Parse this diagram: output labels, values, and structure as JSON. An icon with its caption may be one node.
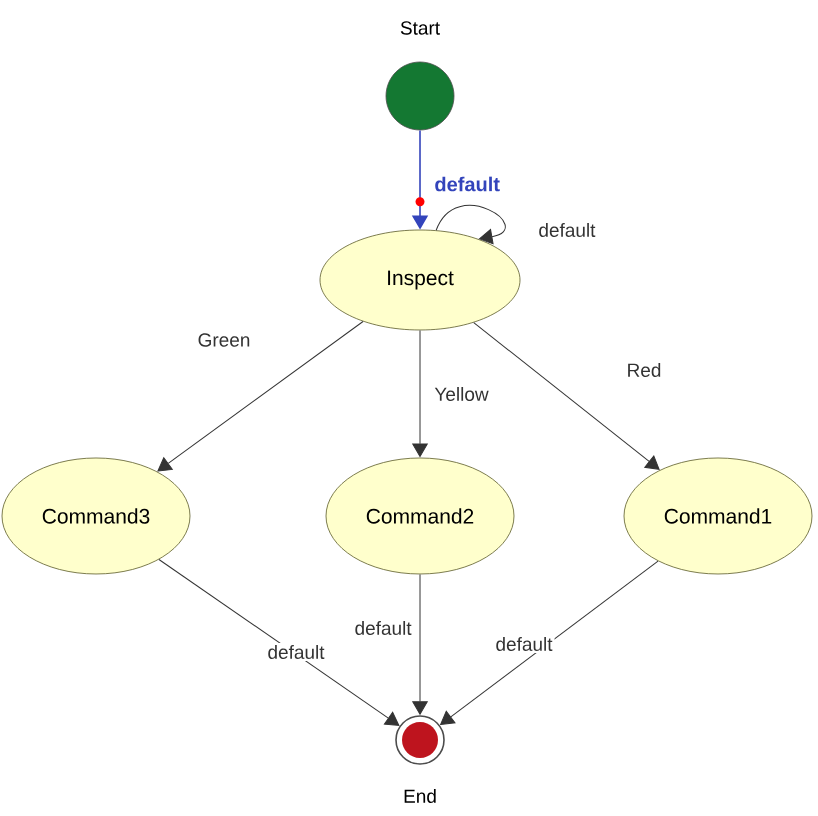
{
  "diagram": {
    "nodes": [
      {
        "text": [],
        "shape": "circle",
        "beside": [
          "Start"
        ]
      },
      {
        "text": [
          "Inspect"
        ]
      },
      {
        "text": [
          "Command3"
        ]
      },
      {
        "text": [
          "Command2"
        ]
      },
      {
        "text": [
          "Command1"
        ]
      },
      {
        "text": [],
        "shape": "circle",
        "beside": [
          "End"
        ]
      }
    ],
    "edges": [
      {
        "from": 0,
        "to": 1,
        "arrow": "to",
        "label": "default",
        "color": "#3344bb"
      },
      {
        "from": 1,
        "to": 1,
        "arrow": "to",
        "label": "default"
      },
      {
        "from": 1,
        "to": 2,
        "arrow": "to",
        "label": "Green"
      },
      {
        "from": 1,
        "to": 3,
        "arrow": "to",
        "label": "Yellow"
      },
      {
        "from": 1,
        "to": 4,
        "arrow": "to",
        "label": "Red"
      },
      {
        "from": 2,
        "to": 5,
        "arrow": "to",
        "label": "default"
      },
      {
        "from": 3,
        "to": 5,
        "arrow": "to",
        "label": "default"
      },
      {
        "from": 4,
        "to": 5,
        "arrow": "to",
        "label": "default"
      }
    ]
  }
}
